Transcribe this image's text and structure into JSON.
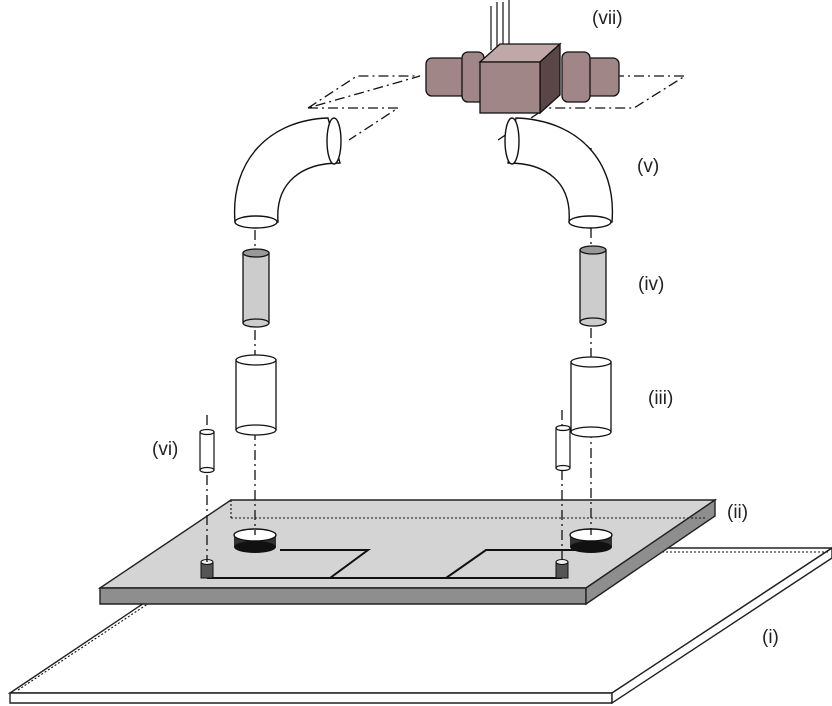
{
  "labels": {
    "i": "(i)",
    "ii": "(ii)",
    "iii": "(iii)",
    "iv": "(iv)",
    "v": "(v)",
    "vi": "(vi)",
    "vii": "(vii)"
  },
  "colors": {
    "chip_top": "#d4d4d4",
    "chip_side": "#8e8e8e",
    "tube_grey": "#cccccc",
    "valve": "#a08686",
    "valve_dark": "#6e5656",
    "outline": "#222222"
  }
}
